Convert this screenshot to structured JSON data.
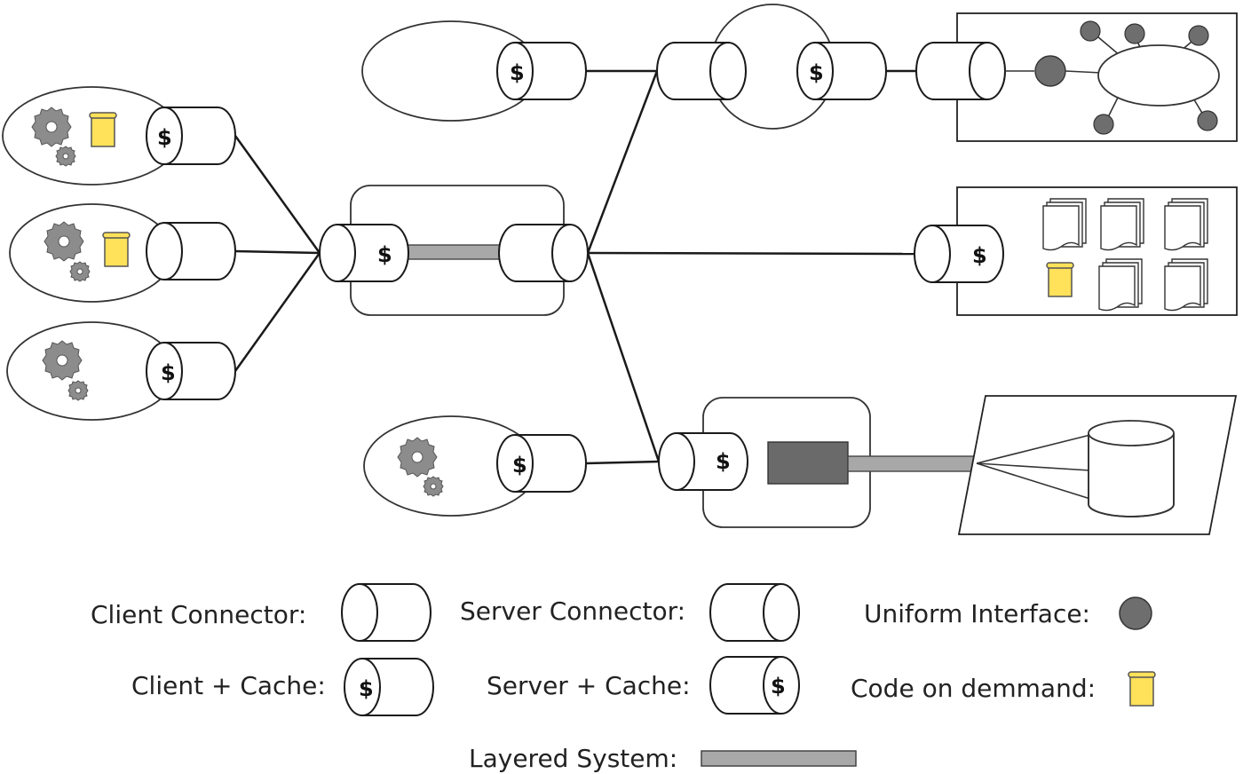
{
  "legend": {
    "client_connector": "Client Connector:",
    "server_connector": "Server Connector:",
    "uniform_interface": "Uniform Interface:",
    "client_cache": "Client + Cache:",
    "server_cache": "Server + Cache:",
    "code_on_demand": "Code on demmand:",
    "layered_system": "Layered System:"
  },
  "cache_symbol": "$",
  "colors": {
    "gear": "#8c8c8c",
    "code_scroll": "#ffe15a",
    "uniform_interface": "#6e6e6e",
    "layered_bar": "#a8a8a8",
    "gateway_box": "#6a6a6a"
  }
}
